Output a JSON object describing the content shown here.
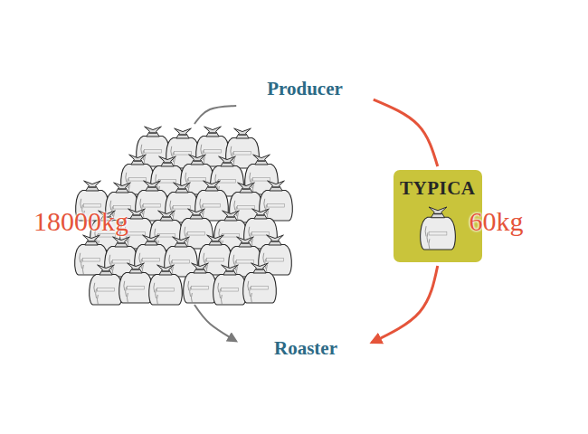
{
  "diagram": {
    "nodes": [
      {
        "text": [
          "Producer"
        ]
      },
      {
        "text": [
          "18000kg"
        ]
      },
      {
        "text": [
          "TYPICA",
          "60kg"
        ]
      },
      {
        "text": [
          "Roaster"
        ]
      }
    ],
    "edges": [
      {
        "from": 0,
        "to": 1,
        "arrow": "none"
      },
      {
        "from": 1,
        "to": 3,
        "arrow": "to"
      },
      {
        "from": 0,
        "to": 2,
        "arrow": "none"
      },
      {
        "from": 2,
        "to": 3,
        "arrow": "to"
      }
    ]
  }
}
